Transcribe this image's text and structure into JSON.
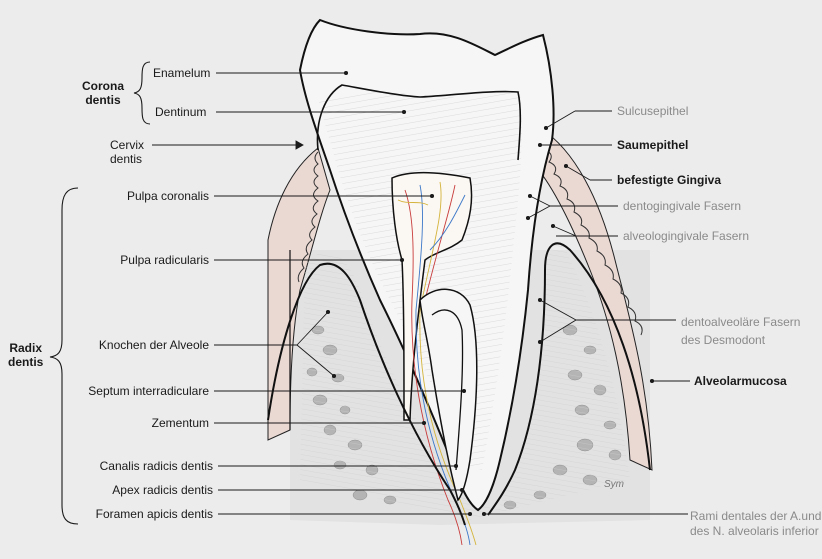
{
  "groups": {
    "corona": "Corona\ndentis",
    "radix": "Radix\ndentis"
  },
  "left_labels": {
    "enamelum": "Enamelum",
    "dentinum": "Dentinum",
    "cervix": "Cervix\ndentis",
    "pulpa_coronalis": "Pulpa coronalis",
    "pulpa_radicularis": "Pulpa radicularis",
    "knochen": "Knochen der Alveole",
    "septum": "Septum interradiculare",
    "zementum": "Zementum",
    "canalis": "Canalis radicis dentis",
    "apex": "Apex radicis dentis",
    "foramen": "Foramen apicis dentis"
  },
  "right_labels": {
    "sulcusepithel": "Sulcusepithel",
    "saumepithel": "Saumepithel",
    "befestigte_gingiva": "befestigte Gingiva",
    "dentogingivale": "dentogingivale Fasern",
    "alveologingivale": "alveologingivale Fasern",
    "dentoalveolaere": "dentoalveoläre Fasern\ndes Desmodont",
    "alveolarmucosa": "Alveolarmucosa",
    "rami": "Rami dentales der A.und\ndes N. alveolaris inferior"
  },
  "signature": "Sym",
  "colors": {
    "background": "#ececec",
    "gingiva": "#ead8d3",
    "tooth": "#f6f6f6",
    "outline": "#111111",
    "grey_label": "#8a8a8a"
  }
}
